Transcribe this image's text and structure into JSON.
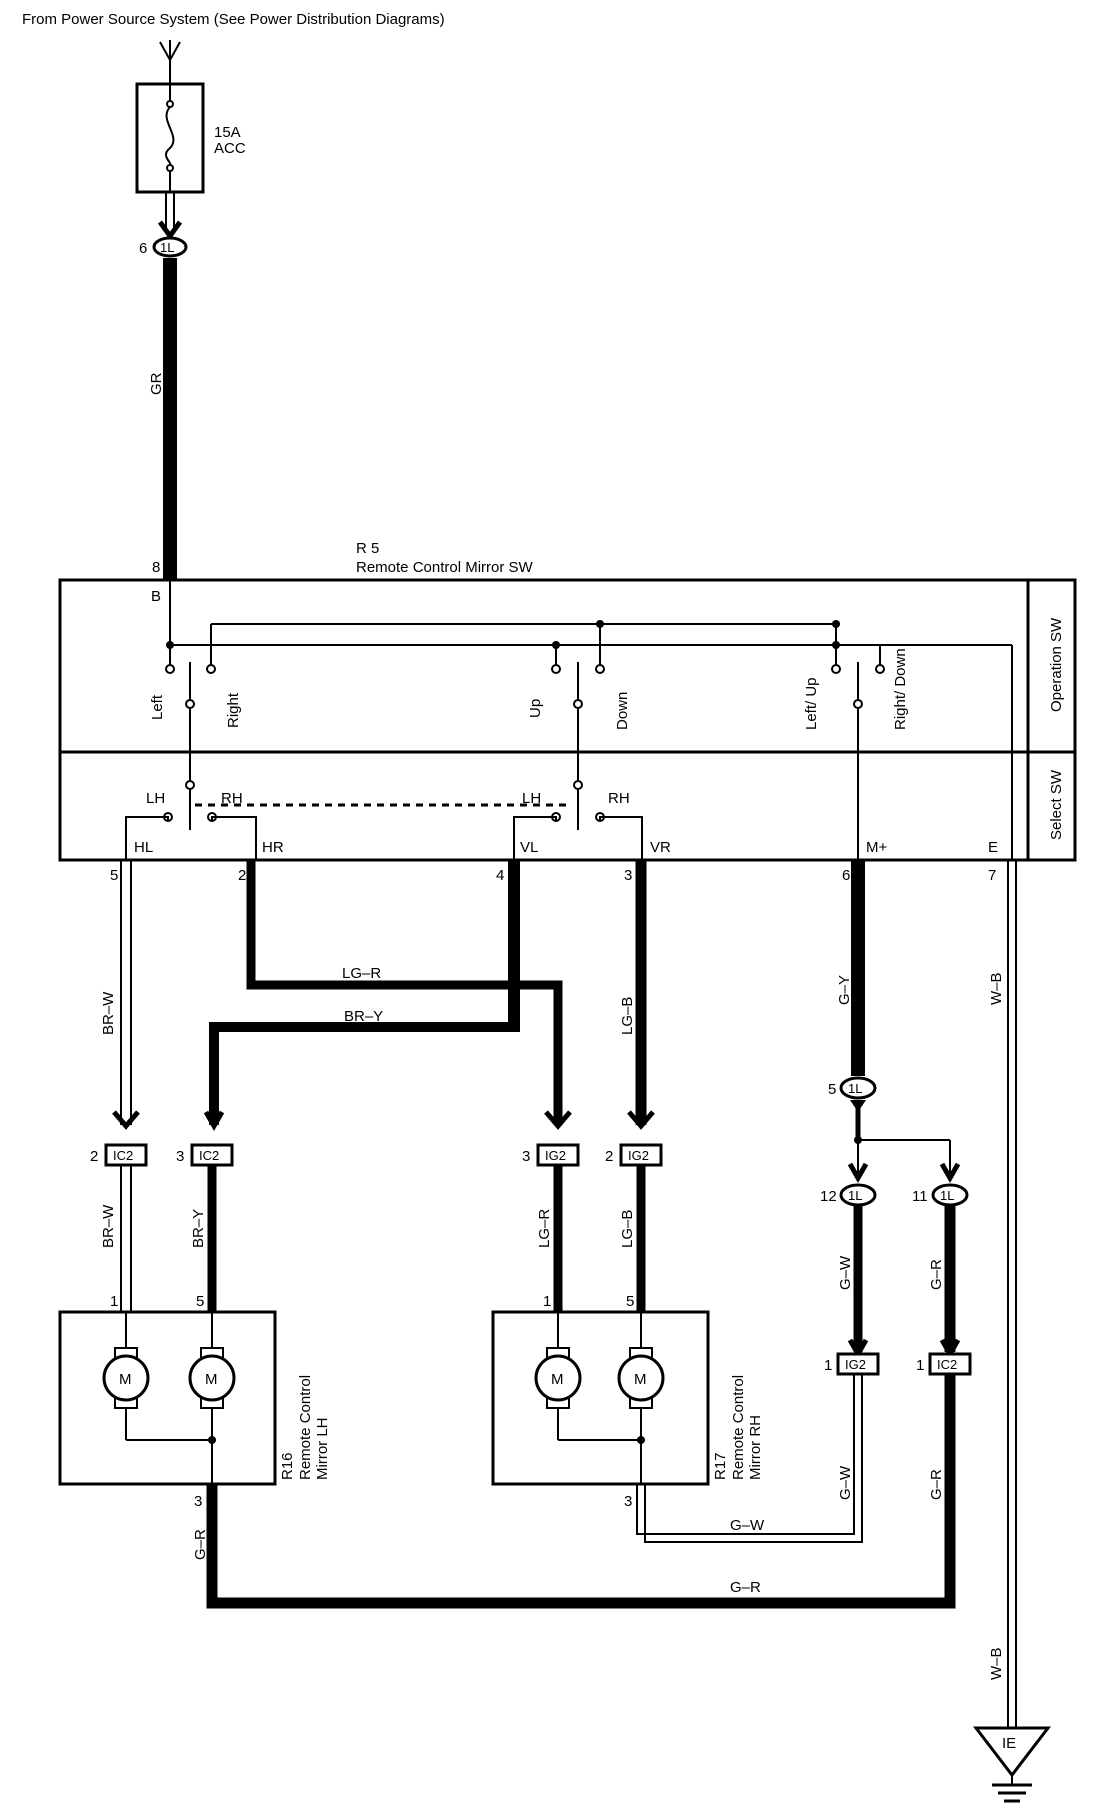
{
  "header": {
    "source_text": "From Power Source System (See Power Distribution Diagrams)"
  },
  "fuse": {
    "rating": "15A",
    "name": "ACC"
  },
  "switch": {
    "code": "R 5",
    "name": "Remote Control Mirror SW",
    "operation_label": "Operation SW",
    "select_label": "Select SW",
    "contacts": {
      "left": "Left",
      "right": "Right",
      "up": "Up",
      "down": "Down",
      "left_up": "Left/ Up",
      "right_down": "Right/ Down"
    },
    "select_positions": {
      "lh1": "LH",
      "rh1": "RH",
      "lh2": "LH",
      "rh2": "RH"
    },
    "terminals": {
      "b": "B",
      "hl": "HL",
      "hr": "HR",
      "vl": "VL",
      "vr": "VR",
      "mplus": "M+",
      "e": "E"
    },
    "pins": {
      "b": "8",
      "hl": "5",
      "hr": "2",
      "vl": "4",
      "vr": "3",
      "mplus": "6",
      "e": "7"
    }
  },
  "connectors": {
    "top_1l": {
      "name": "1L",
      "pin": "6"
    },
    "mid_1l": {
      "name": "1L",
      "pin": "5"
    },
    "c1l_12": {
      "name": "1L",
      "pin": "12"
    },
    "c1l_11": {
      "name": "1L",
      "pin": "11"
    },
    "ic2_a": {
      "name": "IC2",
      "pin": "2"
    },
    "ic2_b": {
      "name": "IC2",
      "pin": "3"
    },
    "ig2_a": {
      "name": "IG2",
      "pin": "3"
    },
    "ig2_b": {
      "name": "IG2",
      "pin": "2"
    },
    "ig2_c": {
      "name": "IG2",
      "pin": "1"
    },
    "ic2_c": {
      "name": "IC2",
      "pin": "1"
    }
  },
  "wires": {
    "gr": "GR",
    "br_w": "BR–W",
    "br_y": "BR–Y",
    "lg_r": "LG–R",
    "lg_b": "LG–B",
    "g_y": "G–Y",
    "w_b": "W–B",
    "g_w": "G–W",
    "g_r": "G–R"
  },
  "mirror_lh": {
    "code": "R16",
    "line1": "Remote Control",
    "line2": "Mirror LH",
    "motor": "M",
    "pin_a": "1",
    "pin_b": "5",
    "pin_c": "3"
  },
  "mirror_rh": {
    "code": "R17",
    "line1": "Remote Control",
    "line2": "Mirror RH",
    "motor": "M",
    "pin_a": "1",
    "pin_b": "5",
    "pin_c": "3"
  },
  "ground": {
    "name": "IE"
  }
}
